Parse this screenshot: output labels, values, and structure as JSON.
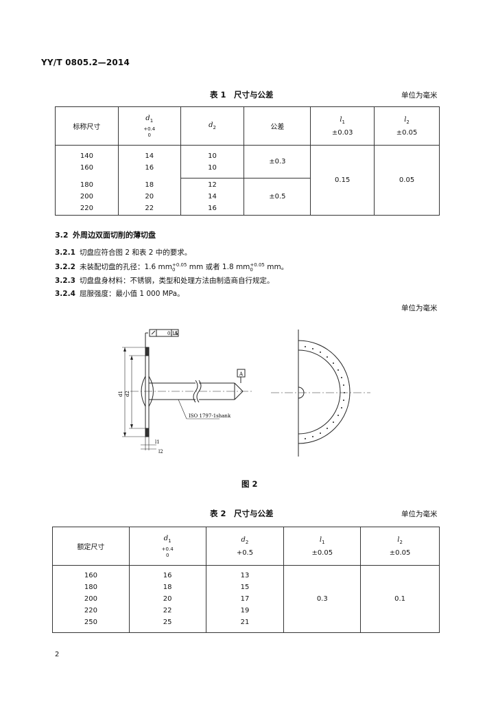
{
  "header": {
    "standard": "YY/T 0805.2—2014"
  },
  "table1": {
    "caption": "表 1　尺寸与公差",
    "unit": "单位为毫米",
    "headers": {
      "nominal": "标称尺寸",
      "d1_sym": "d",
      "d1_sub": "1",
      "d1_tol_up": "+0.4",
      "d1_tol_low": "0",
      "d2_sym": "d",
      "d2_sub": "2",
      "tolerance": "公差",
      "l1_sym": "l",
      "l1_sub": "1",
      "l1_tol": "±0.03",
      "l2_sym": "l",
      "l2_sub": "2",
      "l2_tol": "±0.05"
    },
    "rows": [
      {
        "nominal": "140",
        "d1": "14",
        "d2": "10"
      },
      {
        "nominal": "160",
        "d1": "16",
        "d2": "10"
      },
      {
        "nominal": "180",
        "d1": "18",
        "d2": "12"
      },
      {
        "nominal": "200",
        "d1": "20",
        "d2": "14"
      },
      {
        "nominal": "220",
        "d1": "22",
        "d2": "16"
      }
    ],
    "tol_group1": "±0.3",
    "tol_group2": "±0.5",
    "l1_value": "0.15",
    "l2_value": "0.05"
  },
  "section": {
    "number": "3.2",
    "title": "外周边双面切削的薄切盘",
    "items": [
      {
        "num": "3.2.1",
        "text": "切盘应符合图 2 和表 2 中的要求。"
      },
      {
        "num": "3.2.2",
        "text_a": "未装配切盘的孔径：1.6 mm",
        "sup_a": "+0.05",
        "sub_a": "0",
        "text_b": " mm 或者 1.8 mm",
        "sup_b": "+0.05",
        "sub_b": "0",
        "text_c": " mm。"
      },
      {
        "num": "3.2.3",
        "text": "切盘盘身材料：不锈钢，类型和处理方法由制造商自行规定。"
      },
      {
        "num": "3.2.4",
        "text": "屈服强度：最小值 1 000 MPa。"
      }
    ]
  },
  "figure": {
    "unit": "单位为毫米",
    "caption": "图 2",
    "frame_tol": "0.15",
    "frame_datum": "A",
    "datum_box": "A",
    "shank_label": "ISO 1797-1shank",
    "dim_d1": "d1",
    "dim_d2": "d2",
    "dim_l1": "l1",
    "dim_l2": "l2"
  },
  "table2": {
    "caption": "表 2　尺寸与公差",
    "unit": "单位为毫米",
    "headers": {
      "rated": "额定尺寸",
      "d1_sym": "d",
      "d1_sub": "1",
      "d1_tol_up": "+0.4",
      "d1_tol_low": "0",
      "d2_sym": "d",
      "d2_sub": "2",
      "d2_tol": "+0.5",
      "l1_sym": "l",
      "l1_sub": "1",
      "l1_tol": "±0.05",
      "l2_sym": "l",
      "l2_sub": "2",
      "l2_tol": "±0.05"
    },
    "rows": [
      {
        "rated": "160",
        "d1": "16",
        "d2": "13"
      },
      {
        "rated": "180",
        "d1": "18",
        "d2": "15"
      },
      {
        "rated": "200",
        "d1": "20",
        "d2": "17"
      },
      {
        "rated": "220",
        "d1": "22",
        "d2": "19"
      },
      {
        "rated": "250",
        "d1": "25",
        "d2": "21"
      }
    ],
    "l1_value": "0.3",
    "l2_value": "0.1"
  },
  "footer": {
    "page": "2"
  }
}
